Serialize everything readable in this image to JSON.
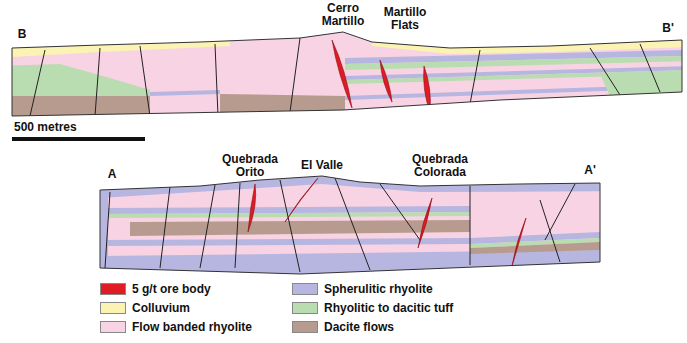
{
  "diagram": {
    "labels": [
      "B",
      "Cerro Martillo",
      "Martillo Flats",
      "B'",
      "500 metres",
      "A",
      "Quebrada Orito",
      "El Valle",
      "Quebrada Colorada",
      "A'"
    ],
    "legend": [
      {
        "text": "5 g/t ore body",
        "color": "#e01b24"
      },
      {
        "text": "Colluvium",
        "color": "#fbf3b4"
      },
      {
        "text": "Flow banded rhyolite",
        "color": "#f8d3e4"
      },
      {
        "text": "Spherulitic rhyolite",
        "color": "#b7b6e0"
      },
      {
        "text": "Rhyolitic to dacitic tuff",
        "color": "#b9dcb1"
      },
      {
        "text": "Dacite flows",
        "color": "#b79b8e"
      }
    ]
  }
}
